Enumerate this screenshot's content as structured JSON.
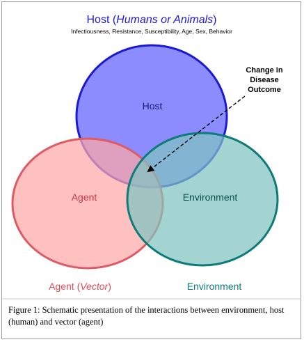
{
  "header": {
    "title_prefix": "Host (",
    "title_italic": "Humans or Animals",
    "title_suffix": ")",
    "subtitle": "Infectiousness, Resistance, Susceptibility, Age, Sex, Behavior"
  },
  "circles": {
    "host": {
      "label": "Host",
      "fill": "#8080ff",
      "stroke": "#1a1ad6"
    },
    "agent": {
      "label": "Agent",
      "fill": "#ffa8a8",
      "stroke": "#e05a64"
    },
    "environment": {
      "label": "Environment",
      "fill": "#7fc4c0",
      "stroke": "#0d7c78"
    }
  },
  "annotation": {
    "line1": "Change in",
    "line2": "Disease",
    "line3": "Outcome"
  },
  "bottom_labels": {
    "agent_prefix": "Agent (",
    "agent_italic": "Vector",
    "agent_suffix": ")",
    "agent_color": "#e04a55",
    "environment": "Environment",
    "environment_color": "#0d7c78"
  },
  "caption": "Figure 1: Schematic presentation of the interactions between environment, host (human) and vector (agent)",
  "colors": {
    "title": "#1a1ad6",
    "label_text": "#1a1a7a"
  }
}
